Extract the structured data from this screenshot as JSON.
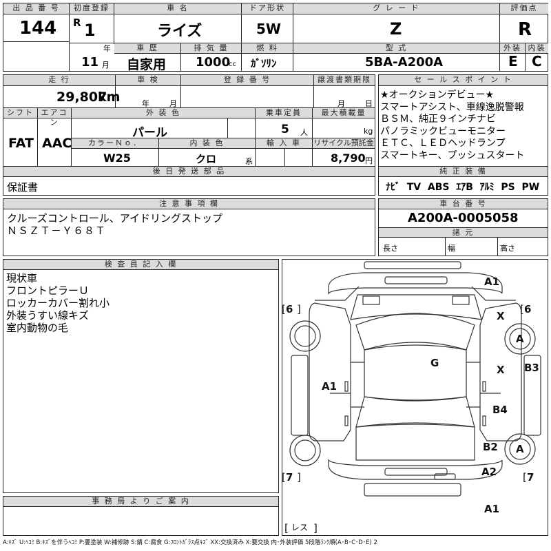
{
  "header": {
    "lot_no_label": "出 品 番 号",
    "lot_no": "144",
    "first_reg_label": "初度登録",
    "era": "R",
    "reg_year": "1",
    "year_unit": "年",
    "reg_month": "11",
    "month_unit": "月",
    "car_name_label": "車 名",
    "car_name": "ライズ",
    "history_label": "車 歴",
    "history": "自家用",
    "displacement_label": "排 気 量",
    "displacement": "1000",
    "displacement_unit": "cc",
    "doors_label": "ドア形状",
    "doors": "5W",
    "fuel_label": "燃 料",
    "fuel": "ｶﾞｿﾘﾝ",
    "grade_label": "グ レ ー ド",
    "grade": "Z",
    "model_label": "型 式",
    "model": "5BA-A200A",
    "score_label": "評価点",
    "score": "R",
    "exterior_label": "外装",
    "exterior": "E",
    "interior_label": "内装",
    "interior": "C"
  },
  "mid": {
    "mileage_label": "走 行",
    "mileage": "29,807",
    "mileage_unit": "km",
    "inspection_label": "車 検",
    "insp_year_unit": "年",
    "insp_month_unit": "月",
    "reg_no_label": "登 録 番 号",
    "transfer_label": "譲渡書類期限",
    "transfer_month_unit": "月",
    "transfer_day_unit": "日",
    "shift_label": "シフト",
    "shift": "FAT",
    "ac_label": "エアコン",
    "ac": "AAC",
    "ext_color_label": "外 装 色",
    "ext_color": "パール",
    "capacity_label": "乗車定員",
    "capacity": "5",
    "capacity_unit": "人",
    "max_load_label": "最大積載量",
    "max_load_unit": "kg",
    "color_no_label": "カラーＮｏ．",
    "color_no": "W25",
    "int_color_label": "内 装 色",
    "int_color": "クロ",
    "int_color_suffix": "系",
    "import_label": "輸 入 車",
    "recycle_label": "リサイクル預託金",
    "recycle": "8,790",
    "recycle_unit": "円"
  },
  "sales": {
    "label": "セ ー ル ス ポ イ ン ト",
    "lines": [
      "★オークションデビュー★",
      "スマートアシスト、車線逸脱警報",
      "ＢＳＭ、純正９インチナビ",
      "パノラミックビューモニター",
      "ＥＴＣ、ＬＥＤヘッドランプ",
      "スマートキー、プッシュスタート"
    ]
  },
  "equipment": {
    "label": "純 正 装 備",
    "items": [
      "ﾅﾋﾞ",
      "TV",
      "ABS",
      "ｴｱB",
      "ｱﾙﾐ",
      "PS",
      "PW"
    ]
  },
  "later": {
    "label": "後 日 発 送 部 品",
    "value": "保証書"
  },
  "notes": {
    "label": "注 意 事 項 欄",
    "lines": [
      "クルーズコントロール、アイドリングストップ",
      "ＮＳＺＴ－Ｙ６８Ｔ"
    ]
  },
  "chassis": {
    "label": "車 台 番 号",
    "value": "A200A-0005058"
  },
  "specs": {
    "label": "諸 元",
    "length_label": "長さ",
    "width_label": "幅",
    "height_label": "高さ"
  },
  "inspector": {
    "label": "検 査 員 記 入 欄",
    "lines": [
      "現状車",
      "フロントピラーＵ",
      "ロッカーカバー割れ小",
      "外装うすい線キズ",
      "室内動物の毛"
    ]
  },
  "office": {
    "label": "事 務 局 よ り ご 案 内"
  },
  "diagram": {
    "marks": {
      "front": "A1",
      "fr_x": "X",
      "fr_tire": "A",
      "r_front_x": "X",
      "r_side": "B3",
      "l_side": "A1",
      "roof": "G",
      "r_rear_door": "B4",
      "rr_tire_b2": "B2",
      "rr_tire": "A",
      "rear_a2": "A2",
      "rear_bottom": "A1"
    },
    "tl_tag": "6",
    "tr_tag": "6",
    "bl_tag": "7",
    "br_tag": "7",
    "res_tag": "レス"
  },
  "legend": "A:ｷｽﾞ U:ﾍｺﾐ B:ｷｽﾞを伴うﾍｺﾐ P:要塗装 W:補修跡 S:錆 C:腐食 G:ﾌﾛﾝﾄｶﾞﾗｽ点ｷｽﾞ XX:交換済み X:要交換 内･外装評価 5段階ﾗﾝｸ順(A･B･C･D･E) 2"
}
